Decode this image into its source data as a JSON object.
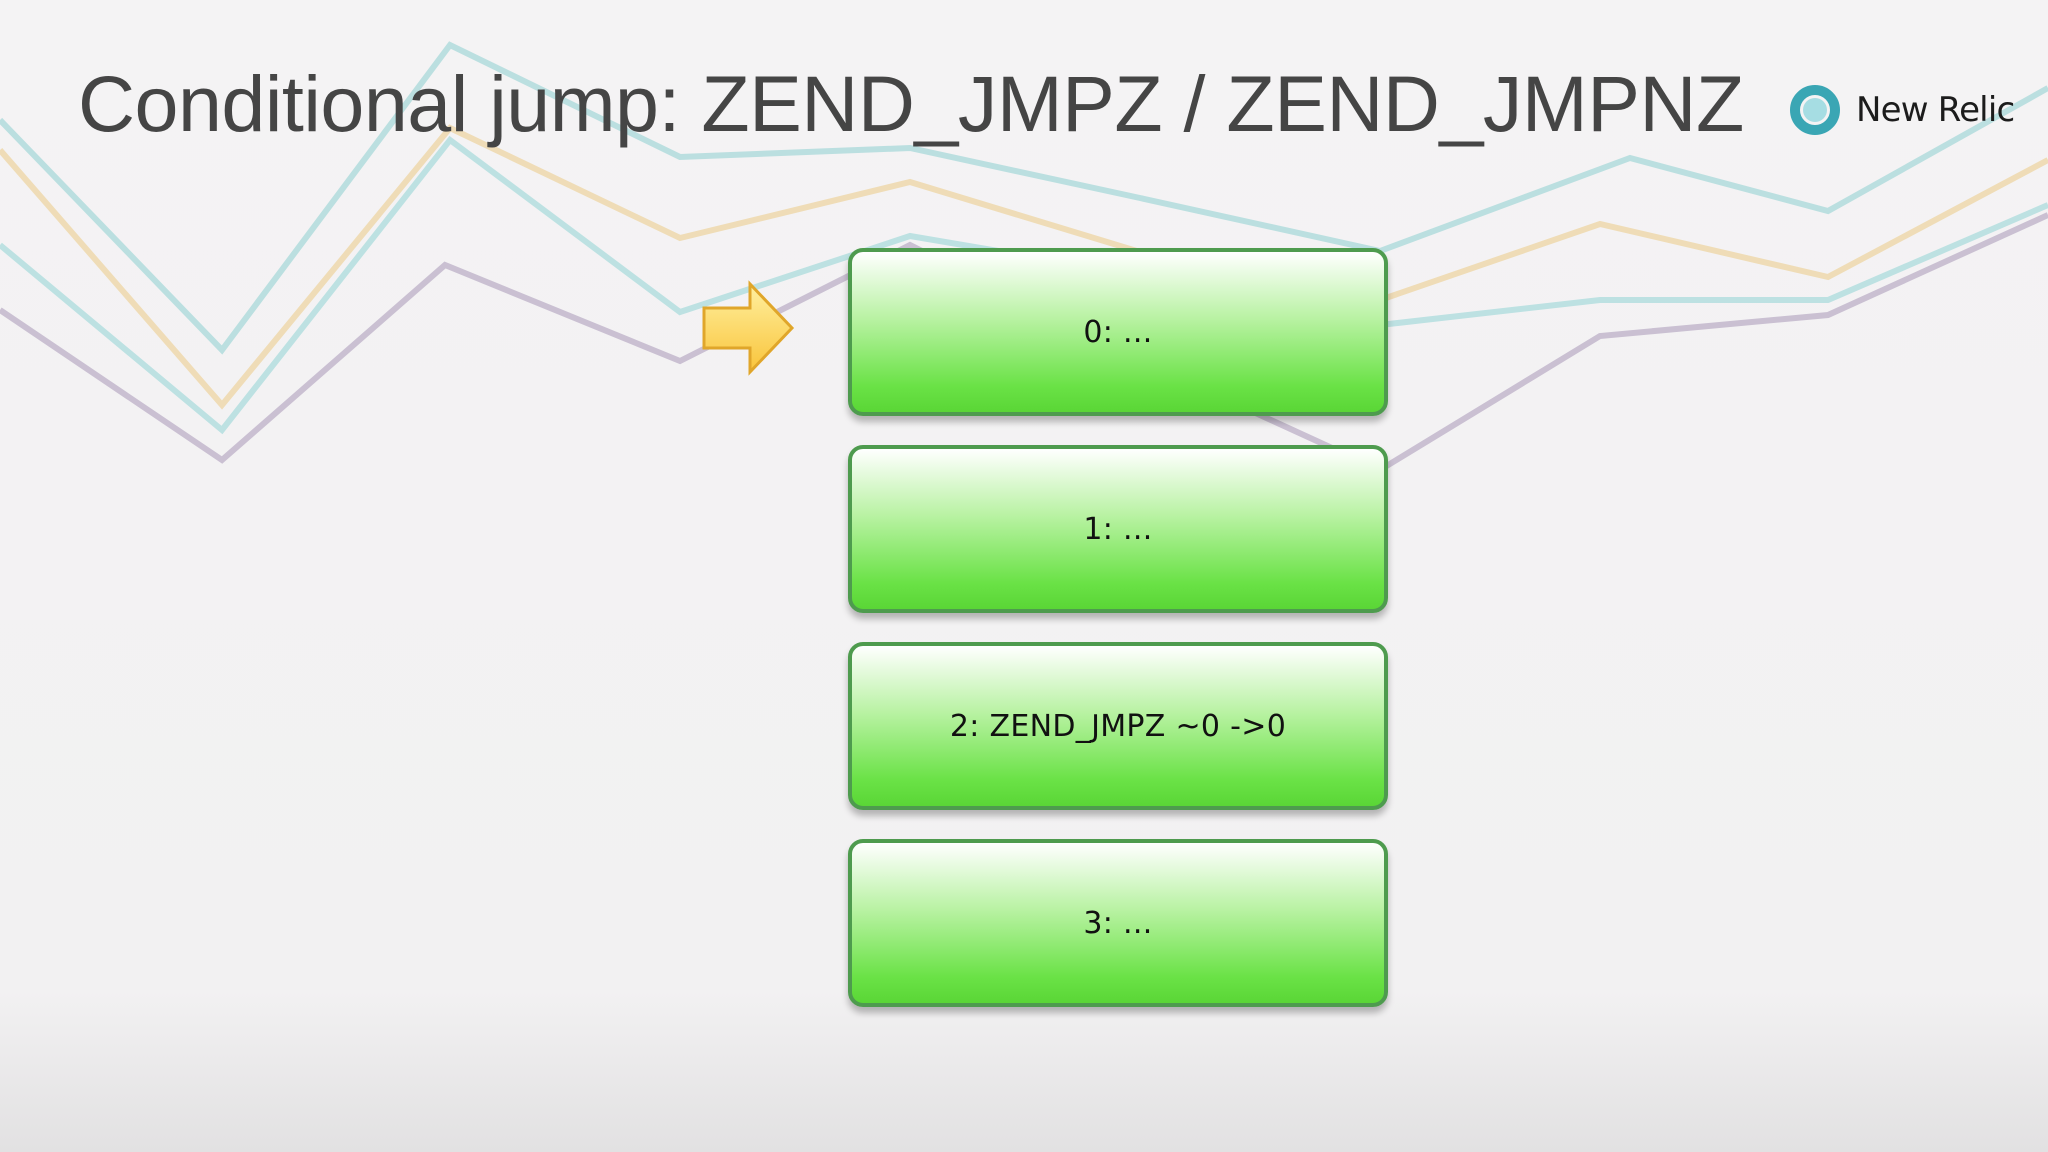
{
  "slide": {
    "title": "Conditional jump: ZEND_JMPZ / ZEND_JMPNZ"
  },
  "brand": {
    "name": "New Relic",
    "icon": "new-relic-logo-icon",
    "accent_color": "#3aa6b4"
  },
  "pointer": {
    "icon": "right-arrow-icon",
    "color": "#fcd34d",
    "points_to_step": 0
  },
  "steps": [
    {
      "label": "0: ..."
    },
    {
      "label": "1: ..."
    },
    {
      "label": "2: ZEND_JMPZ ~0 ->0"
    },
    {
      "label": "3: ..."
    }
  ],
  "colors": {
    "step_fill": "#6ae246",
    "step_border": "#4e9b4e",
    "background_lines": [
      "#a8d6d8",
      "#ecd3a4",
      "#b9adc6"
    ]
  }
}
